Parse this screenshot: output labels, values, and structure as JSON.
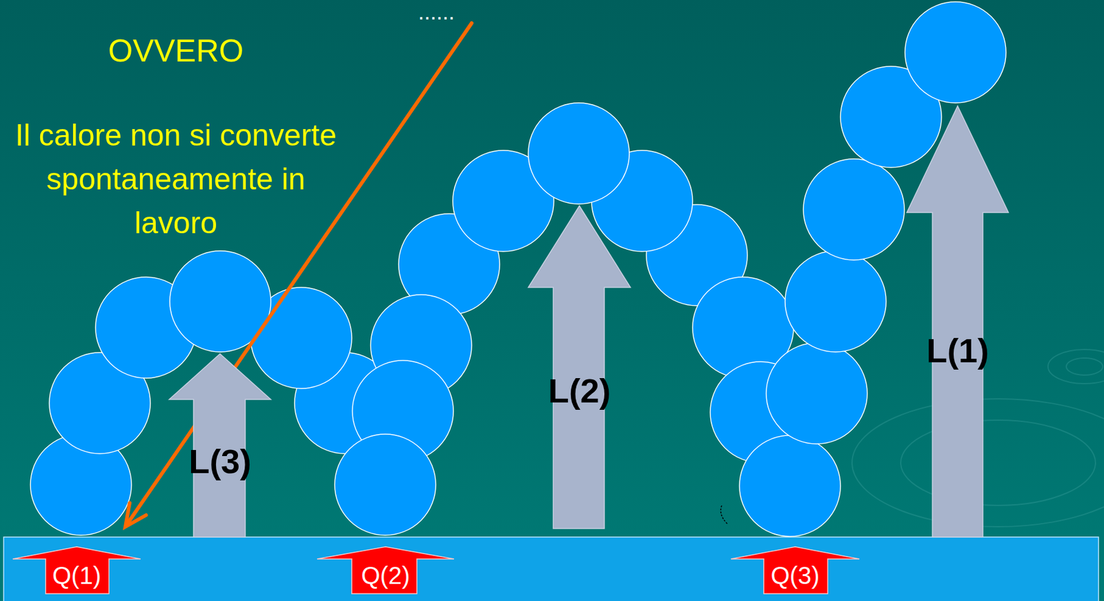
{
  "diagram": {
    "nodes": [
      {
        "text": [
          "L(3)"
        ]
      },
      {
        "text": [
          "L(2)"
        ]
      },
      {
        "text": [
          "L(1)"
        ]
      },
      {
        "text": [
          "Q(1)"
        ]
      },
      {
        "text": [
          "Q(2)"
        ]
      },
      {
        "text": [
          "Q(3)"
        ]
      }
    ],
    "labels": [
      "......",
      "OVVERO",
      "Il calore non si converte spontaneamente in lavoro"
    ]
  }
}
